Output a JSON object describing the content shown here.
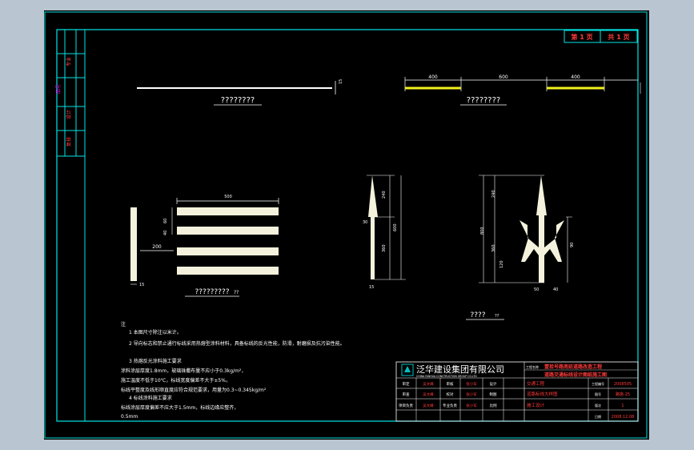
{
  "drawing": {
    "page_no": "第 1 页",
    "page_total": "共 1 页",
    "left_strip": [
      "图号",
      "专业",
      "设计",
      "复核"
    ],
    "captions": {
      "solid_line": "????????",
      "dashed_line": "????????",
      "crosswalk": "?????????",
      "crosswalk_scale": "??",
      "arrows": "????",
      "arrows_scale": "??"
    },
    "dims": {
      "dashed_seg_a": "400",
      "dashed_gap": "600",
      "dashed_seg_b": "400",
      "line_width": "15",
      "cw_len": "500",
      "cw_w": "40",
      "cw_g": "60",
      "cw_off": "200",
      "cw_post": "15",
      "arr1_head": "240",
      "arr1_body": "360",
      "arr1_total": "600",
      "arr1_w": "30",
      "arr2_top": "240",
      "arr2_mid": "360",
      "arr2_total": "800",
      "arr2_a": "120",
      "arr2_b": "90",
      "arr2_w1": "50",
      "arr2_w2": "40"
    },
    "notes": [
      "注",
      "1  本图尺寸除注以米计。",
      "2  导向标志和禁止通行标线采用热熔型涂料材料，具备标线的反光性能，防滑，耐磨损及抗污染性能。",
      "3  热熔反光涂料施工要求",
      "   涂料涂层厚度1.8mm，玻璃珠撒布量不应小于0.3kg/m²，",
      "   施工温度不低于10℃，标线宽度偏差不大于±5%，",
      "   标线平整度及线形顺直度应符合规范要求，用量为0.3~0.345kg/m²",
      "4  标线涂料施工要求",
      "   标线涂层厚度偏差不应大于1.5mm，标线边缘应整齐，",
      "   0.5mm"
    ],
    "title_block": {
      "company": "泛华建设集团有限公司",
      "company_en": "CHINA FANHUA CONSTRUCTION GROUP CO.LTD",
      "project_label": "工程名称",
      "project_line1": "壹拾号路南延道路改造工程",
      "project_line2": "道路交通标线设计图纸施工图",
      "rows": [
        [
          "审定",
          "吴文峰",
          "审核",
          "张小军",
          "设计",
          "交通工程"
        ],
        [
          "审查",
          "吴文峰",
          "校对",
          "张小军",
          "制图",
          "道路标线大样图"
        ],
        [
          "项目负责",
          "吴文峰",
          "专业负责",
          "张小军",
          "比例",
          "施工设计"
        ]
      ],
      "right_col": [
        [
          "工程编号",
          "2008505"
        ],
        [
          "图号",
          "路施-25"
        ],
        [
          "版次",
          "1"
        ],
        [
          "日期",
          "2008.12.08"
        ]
      ]
    }
  },
  "colors": {
    "background": "#000000",
    "frame": "#00e5e5",
    "white": "#ffffff",
    "yellow": "#f0f020",
    "fill": "#f4f2dc",
    "red": "#e03030",
    "magenta": "#e000e0",
    "title_red": "#ff3a3a"
  }
}
